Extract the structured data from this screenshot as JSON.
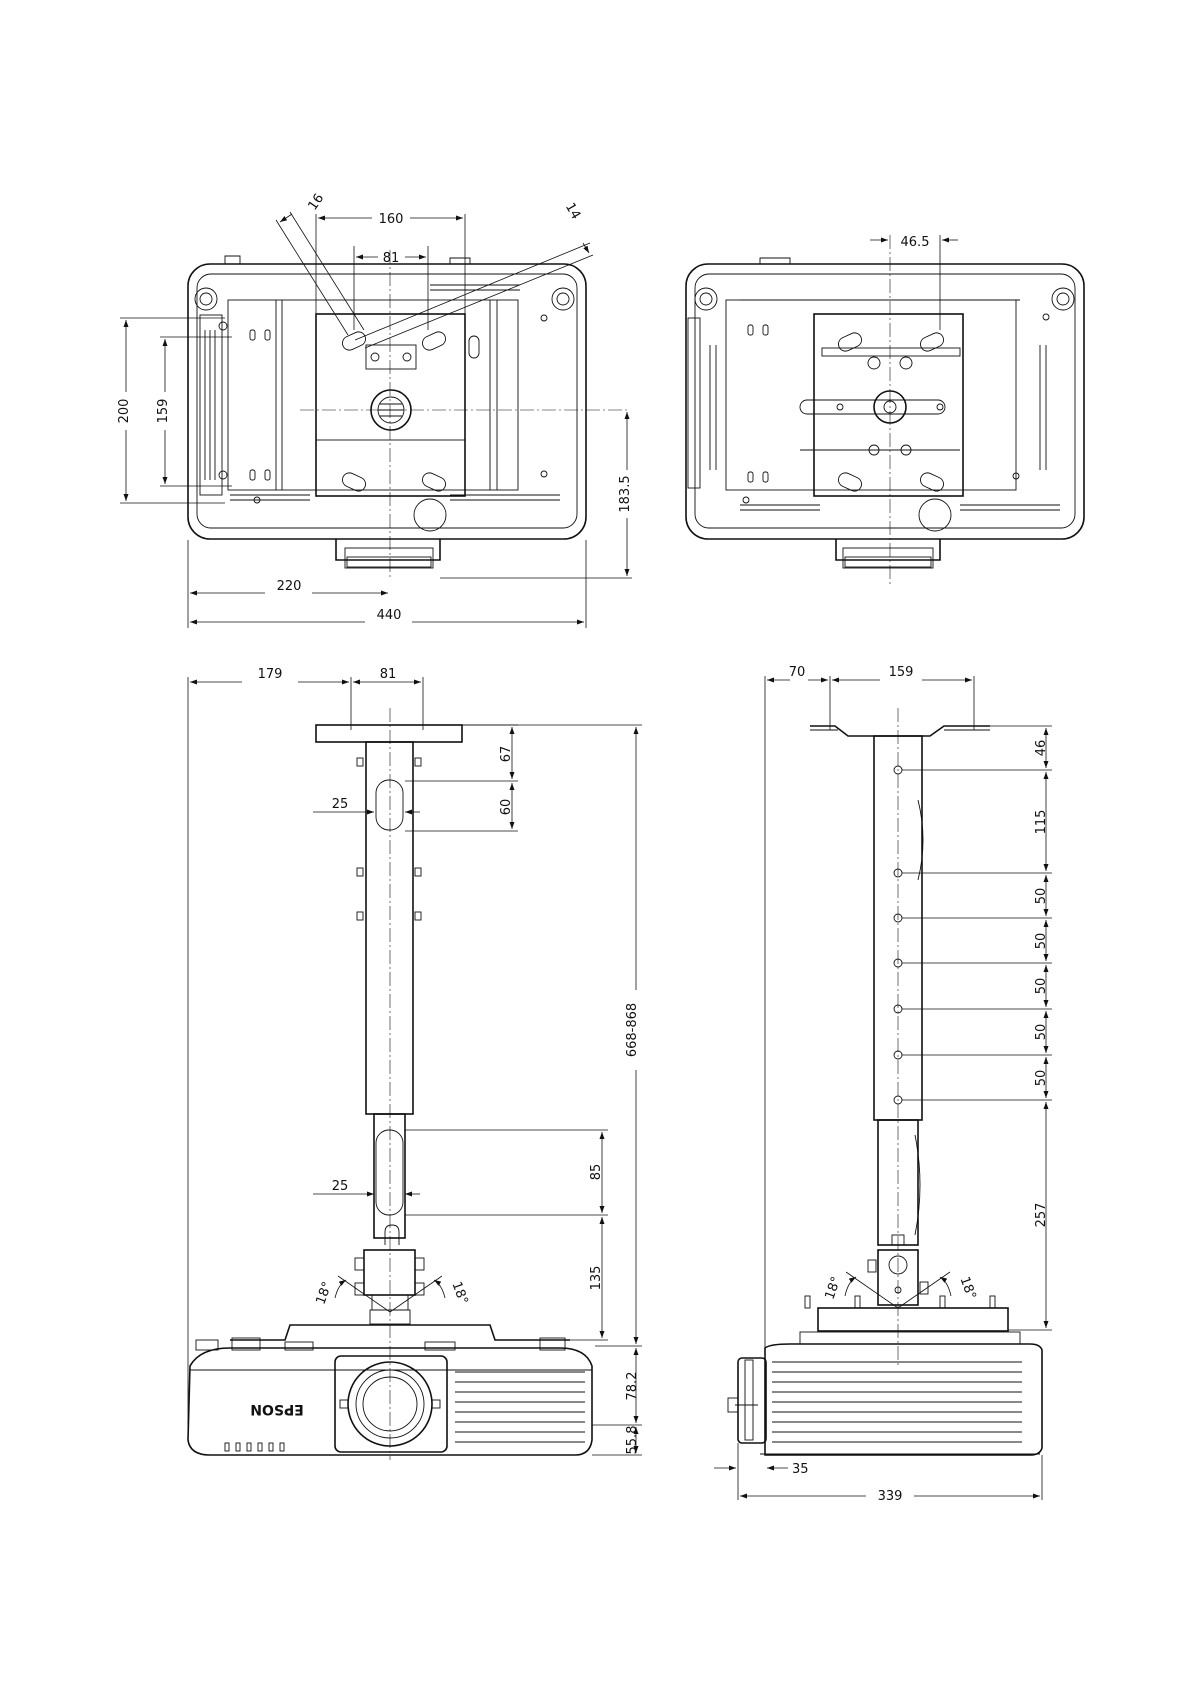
{
  "brand": "EPSON",
  "views": {
    "top_left": {
      "dims": {
        "d16": "16",
        "d160": "160",
        "d81": "81",
        "d14": "14",
        "d200": "200",
        "d159": "159",
        "d183_5": "183.5",
        "d220": "220",
        "d440": "440"
      }
    },
    "top_right": {
      "dims": {
        "d46_5": "46.5"
      }
    },
    "front": {
      "dims": {
        "d179": "179",
        "d81": "81",
        "d67": "67",
        "d60": "60",
        "d25a": "25",
        "d668_868": "668-868",
        "d85": "85",
        "d25b": "25",
        "d135": "135",
        "a18l": "18°",
        "a18r": "18°",
        "d78_2": "78.2",
        "d55_8": "55.8"
      }
    },
    "side": {
      "dims": {
        "d70": "70",
        "d159": "159",
        "d46": "46",
        "d115": "115",
        "d50a": "50",
        "d50b": "50",
        "d50c": "50",
        "d50d": "50",
        "d50e": "50",
        "d257": "257",
        "a18l": "18°",
        "a18r": "18°",
        "d35": "35",
        "d339": "339"
      }
    }
  }
}
